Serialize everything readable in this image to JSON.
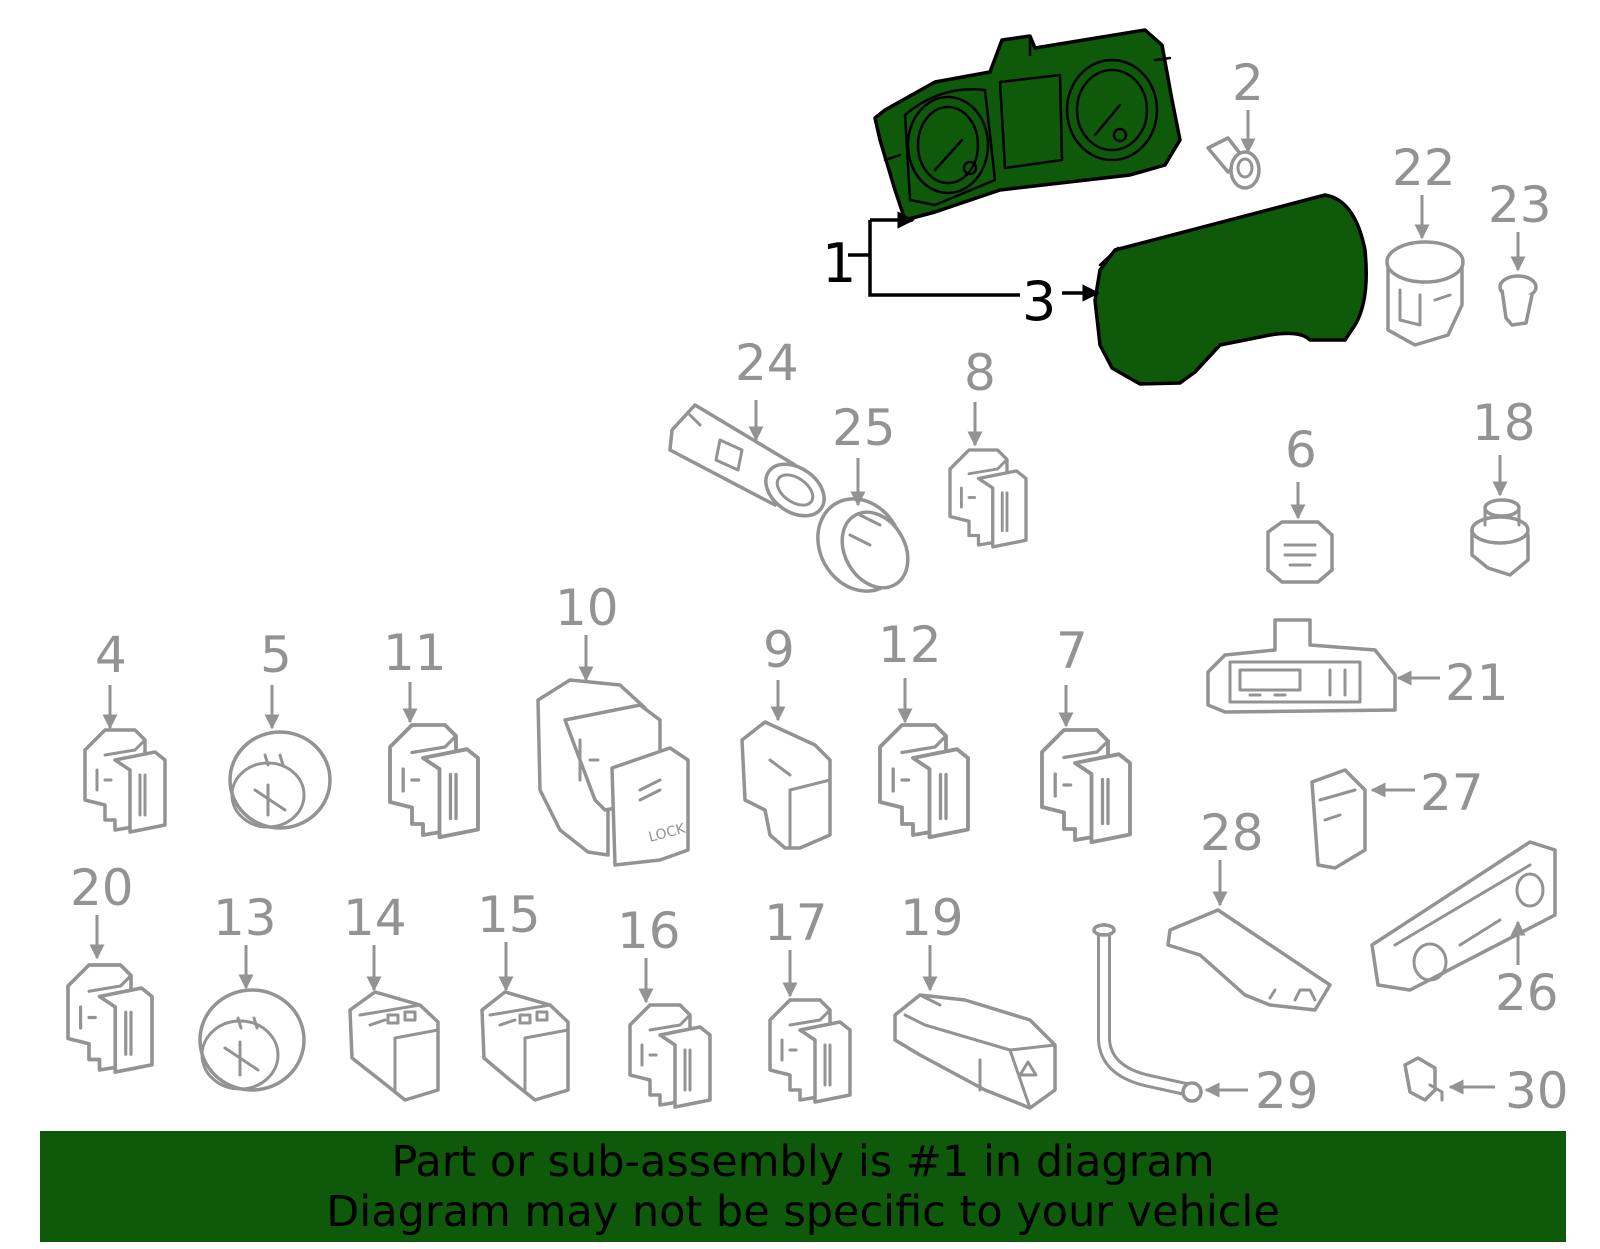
{
  "labels": {
    "l1": "1",
    "l2": "2",
    "l3": "3",
    "l4": "4",
    "l5": "5",
    "l6": "6",
    "l7": "7",
    "l8": "8",
    "l9": "9",
    "l10": "10",
    "l11": "11",
    "l12": "12",
    "l13": "13",
    "l14": "14",
    "l15": "15",
    "l16": "16",
    "l17": "17",
    "l18": "18",
    "l19": "19",
    "l20": "20",
    "l21": "21",
    "l22": "22",
    "l23": "23",
    "l24": "24",
    "l25": "25",
    "l26": "26",
    "l27": "27",
    "l28": "28",
    "l29": "29",
    "l30": "30"
  },
  "switch_text": {
    "lock": "LOCK"
  },
  "footer": {
    "line1": "Part or sub-assembly is #1 in diagram",
    "line2": "Diagram may not be specific to your vehicle"
  },
  "colors": {
    "highlight": "#0e5a0a",
    "line_gray": "#939393",
    "line_dark": "#000000",
    "background": "#ffffff"
  }
}
